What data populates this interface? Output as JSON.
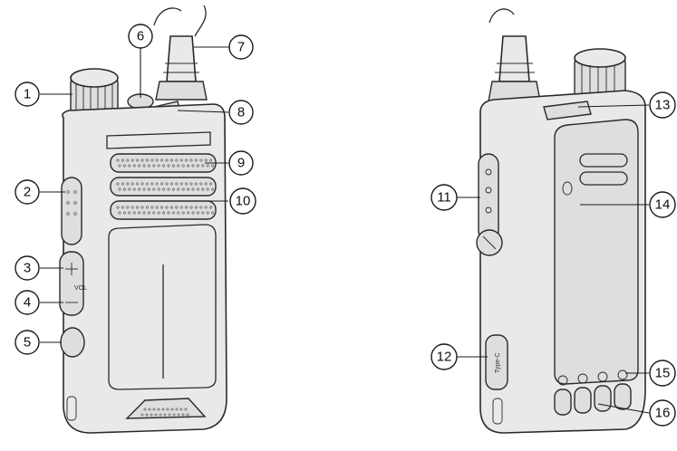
{
  "callouts": [
    {
      "id": "1",
      "label": "1"
    },
    {
      "id": "2",
      "label": "2"
    },
    {
      "id": "3",
      "label": "3"
    },
    {
      "id": "4",
      "label": "4"
    },
    {
      "id": "5",
      "label": "5"
    },
    {
      "id": "6",
      "label": "6"
    },
    {
      "id": "7",
      "label": "7"
    },
    {
      "id": "8",
      "label": "8"
    },
    {
      "id": "9",
      "label": "9"
    },
    {
      "id": "10",
      "label": "10"
    },
    {
      "id": "11",
      "label": "11"
    },
    {
      "id": "12",
      "label": "12"
    },
    {
      "id": "13",
      "label": "13"
    },
    {
      "id": "14",
      "label": "14"
    },
    {
      "id": "15",
      "label": "15"
    },
    {
      "id": "16",
      "label": "16"
    }
  ],
  "printed_marks": {
    "volume": "VOL",
    "port_type": "Type-C"
  },
  "colors": {
    "outline": "#2a2a2a",
    "body_fill": "#e9e9e9",
    "background": "#ffffff"
  }
}
